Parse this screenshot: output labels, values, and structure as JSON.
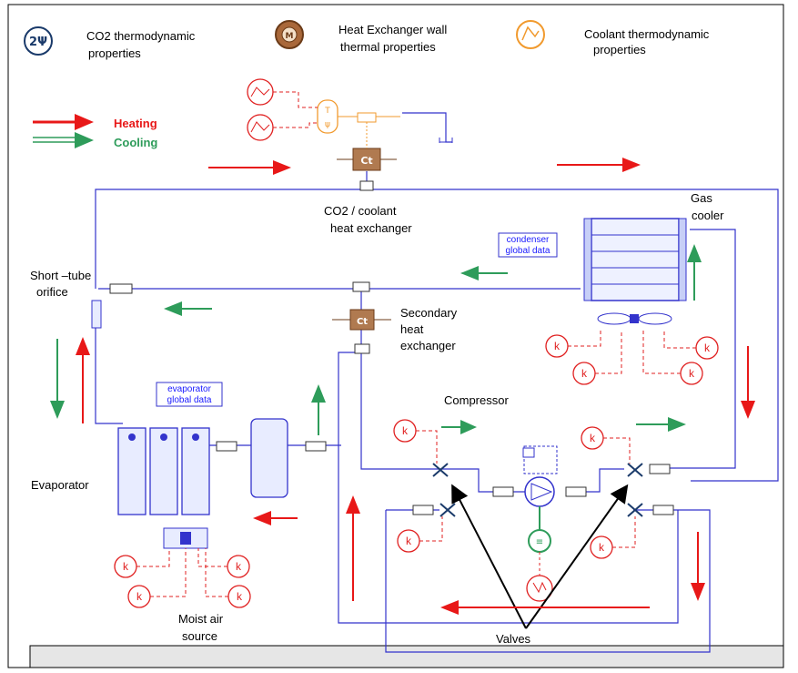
{
  "legend_top": {
    "co2": {
      "line1": "CO2 thermodynamic",
      "line2": "properties",
      "icon": "psi-icon"
    },
    "wall": {
      "line1": "Heat Exchanger wall",
      "line2": "thermal properties",
      "icon": "m-icon"
    },
    "coolant": {
      "line1": "Coolant thermodynamic",
      "line2": "properties",
      "icon": "coolant-icon"
    }
  },
  "arrow_legend": {
    "heating": "Heating",
    "cooling": "Cooling",
    "heating_color": "#e81818",
    "cooling_color": "#2e9c5a"
  },
  "labels": {
    "hx_line1": "CO2 / coolant",
    "hx_line2": "heat exchanger",
    "gas_cooler_line1": "Gas",
    "gas_cooler_line2": "cooler",
    "condenser_line1": "condenser",
    "condenser_line2": "global data",
    "orifice_line1": "Short –tube",
    "orifice_line2": "orifice",
    "secondary_line1": "Secondary",
    "secondary_line2": "heat",
    "secondary_line3": "exchanger",
    "compressor": "Compressor",
    "evaporator": "Evaporator",
    "evap_data_line1": "evaporator",
    "evap_data_line2": "global data",
    "moist_line1": "Moist air",
    "moist_line2": "source",
    "valves": "Valves",
    "ct": "Ct",
    "k": "k"
  }
}
